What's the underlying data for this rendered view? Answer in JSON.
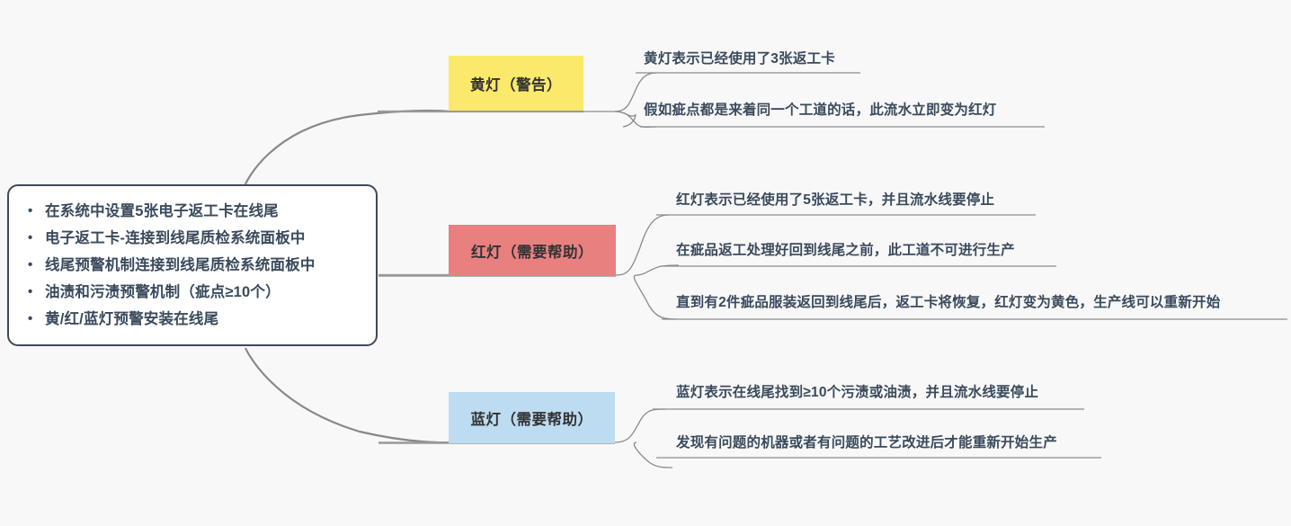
{
  "canvas": {
    "background_color": "#f8f8f8",
    "connector_color": "#888888",
    "text_color": "#3a4a5c"
  },
  "root": {
    "border_color": "#3c4a5c",
    "bullet_glyph": "•",
    "items": [
      "在系统中设置5张电子返工卡在线尾",
      "电子返工卡-连接到线尾质检系统面板中",
      "线尾预警机制连接到线尾质检系统面板中",
      "油渍和污渍预警机制（疵点≥10个）",
      "黄/红/蓝灯预警安装在线尾"
    ]
  },
  "branches": [
    {
      "id": "yellow",
      "label": "黄灯（警告）",
      "color": "#fbe96b",
      "leaves": [
        "黄灯表示已经使用了3张返工卡",
        "假如疵点都是来着同一个工道的话，此流水立即变为红灯"
      ]
    },
    {
      "id": "red",
      "label": "红灯（需要帮助）",
      "color": "#e98080",
      "leaves": [
        "红灯表示已经使用了5张返工卡，并且流水线要停止",
        "在疵品返工处理好回到线尾之前，此工道不可进行生产",
        "直到有2件疵品服装返回到线尾后，返工卡将恢复，红灯变为黄色，生产线可以重新开始"
      ]
    },
    {
      "id": "blue",
      "label": "蓝灯（需要帮助）",
      "color": "#bddcf2",
      "leaves": [
        "蓝灯表示在线尾找到≥10个污渍或油渍，并且流水线要停止",
        "发现有问题的机器或者有问题的工艺改进后才能重新开始生产"
      ]
    }
  ]
}
